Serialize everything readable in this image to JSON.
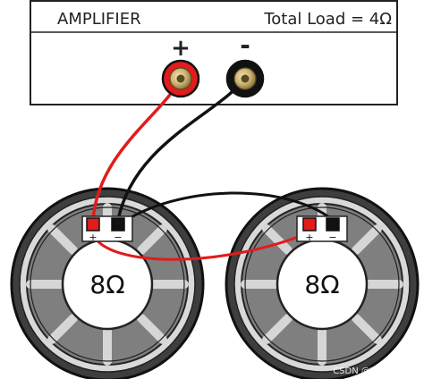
{
  "amplifier": {
    "title": "AMPLIFIER",
    "load_label": "Total Load = 4Ω",
    "terminal_plus_sign": "+",
    "terminal_minus_sign": "-"
  },
  "speakers": [
    {
      "impedance": "8Ω",
      "plus_sign": "+",
      "minus_sign": "−"
    },
    {
      "impedance": "8Ω",
      "plus_sign": "+",
      "minus_sign": "−"
    }
  ],
  "wires": {
    "positive_color": "#e21b1b",
    "negative_color": "#111111"
  },
  "watermark": "CSDN @VirtuousLiu",
  "colors": {
    "panel_stroke": "#222222",
    "terminal_red": "#e21b1b",
    "terminal_black": "#111111",
    "speaker_frame": "#3e3e3e",
    "speaker_basket": "#8a8a8a"
  }
}
